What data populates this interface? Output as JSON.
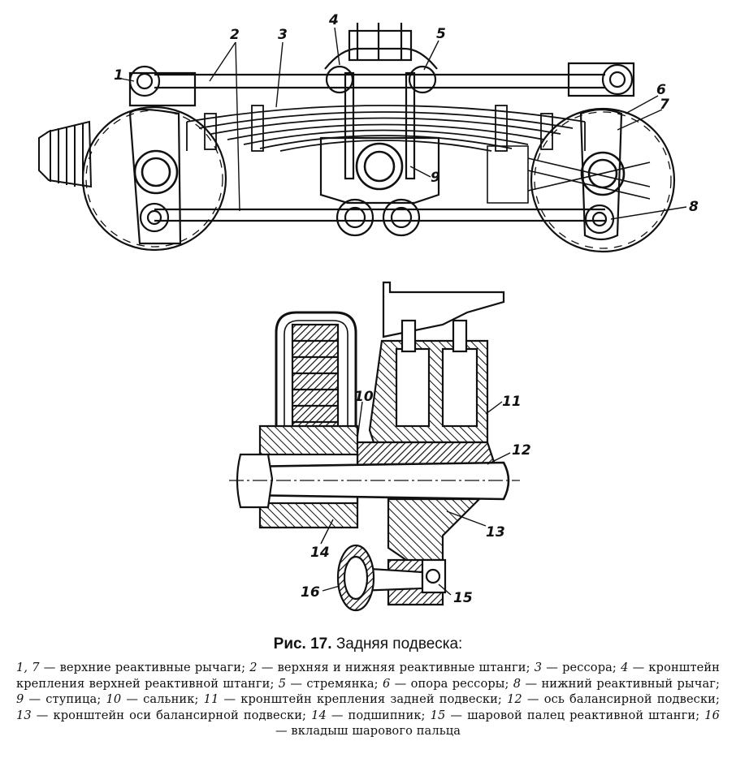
{
  "figure": {
    "callouts": {
      "c1": "1",
      "c2": "2",
      "c3": "3",
      "c4": "4",
      "c5": "5",
      "c6": "6",
      "c7": "7",
      "c8": "8",
      "c9": "9",
      "c10": "10",
      "c11": "11",
      "c12": "12",
      "c13": "13",
      "c14": "14",
      "c15": "15",
      "c16": "16"
    }
  },
  "caption": {
    "prefix": "Рис. 17.",
    "title": "Задняя подвеска:"
  },
  "legend": [
    {
      "num": "1, 7",
      "text": "верхние реактивные рычаги;"
    },
    {
      "num": "2",
      "text": "верхняя и нижняя реактивные штанги;"
    },
    {
      "num": "3",
      "text": "рессора;"
    },
    {
      "num": "4",
      "text": "кронштейн крепления верхней реактивной штанги;"
    },
    {
      "num": "5",
      "text": "стремянка;"
    },
    {
      "num": "6",
      "text": "опора рессоры;"
    },
    {
      "num": "8",
      "text": "нижний реактивный рычаг;"
    },
    {
      "num": "9",
      "text": "ступица;"
    },
    {
      "num": "10",
      "text": "сальник;"
    },
    {
      "num": "11",
      "text": "кронштейн крепления задней подвески;"
    },
    {
      "num": "12",
      "text": "ось балансирной подвески;"
    },
    {
      "num": "13",
      "text": "кронштейн оси балансирной подвески;"
    },
    {
      "num": "14",
      "text": "подшипник;"
    },
    {
      "num": "15",
      "text": "шаровой палец реактивной штанги;"
    },
    {
      "num": "16",
      "text": "вкладыш шарового пальца"
    }
  ]
}
